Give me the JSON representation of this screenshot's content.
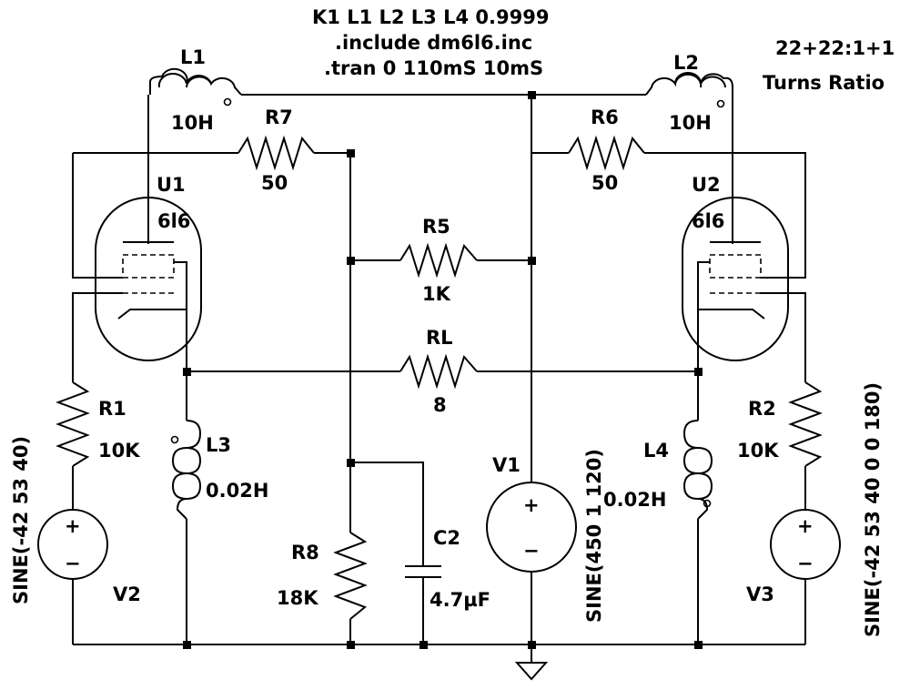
{
  "directives": {
    "k": "K1 L1 L2 L3 L4 0.9999",
    "include": ".include dm6l6.inc",
    "tran": ".tran 0 110mS 10mS"
  },
  "note": {
    "ratio": "22+22:1+1",
    "label": "Turns Ratio"
  },
  "L1": {
    "name": "L1",
    "value": "10H"
  },
  "L2": {
    "name": "L2",
    "value": "10H"
  },
  "L3": {
    "name": "L3",
    "value": "0.02H"
  },
  "L4": {
    "name": "L4",
    "value": "0.02H"
  },
  "R7": {
    "name": "R7",
    "value": "50"
  },
  "R6": {
    "name": "R6",
    "value": "50"
  },
  "R5": {
    "name": "R5",
    "value": "1K"
  },
  "RL": {
    "name": "RL",
    "value": "8"
  },
  "R1": {
    "name": "R1",
    "value": "10K"
  },
  "R2": {
    "name": "R2",
    "value": "10K"
  },
  "R8": {
    "name": "R8",
    "value": "18K"
  },
  "C2": {
    "name": "C2",
    "value": "4.7µF"
  },
  "U1": {
    "name": "U1",
    "model": "6l6"
  },
  "U2": {
    "name": "U2",
    "model": "6l6"
  },
  "V1": {
    "name": "V1",
    "spec": "SINE(450 1 120)"
  },
  "V2": {
    "name": "V2",
    "spec": "SINE(-42 53 40)"
  },
  "V3": {
    "name": "V3",
    "spec": "SINE(-42 53 40 0 0 180)"
  },
  "symbols": {
    "plus": "+",
    "minus": "−"
  }
}
